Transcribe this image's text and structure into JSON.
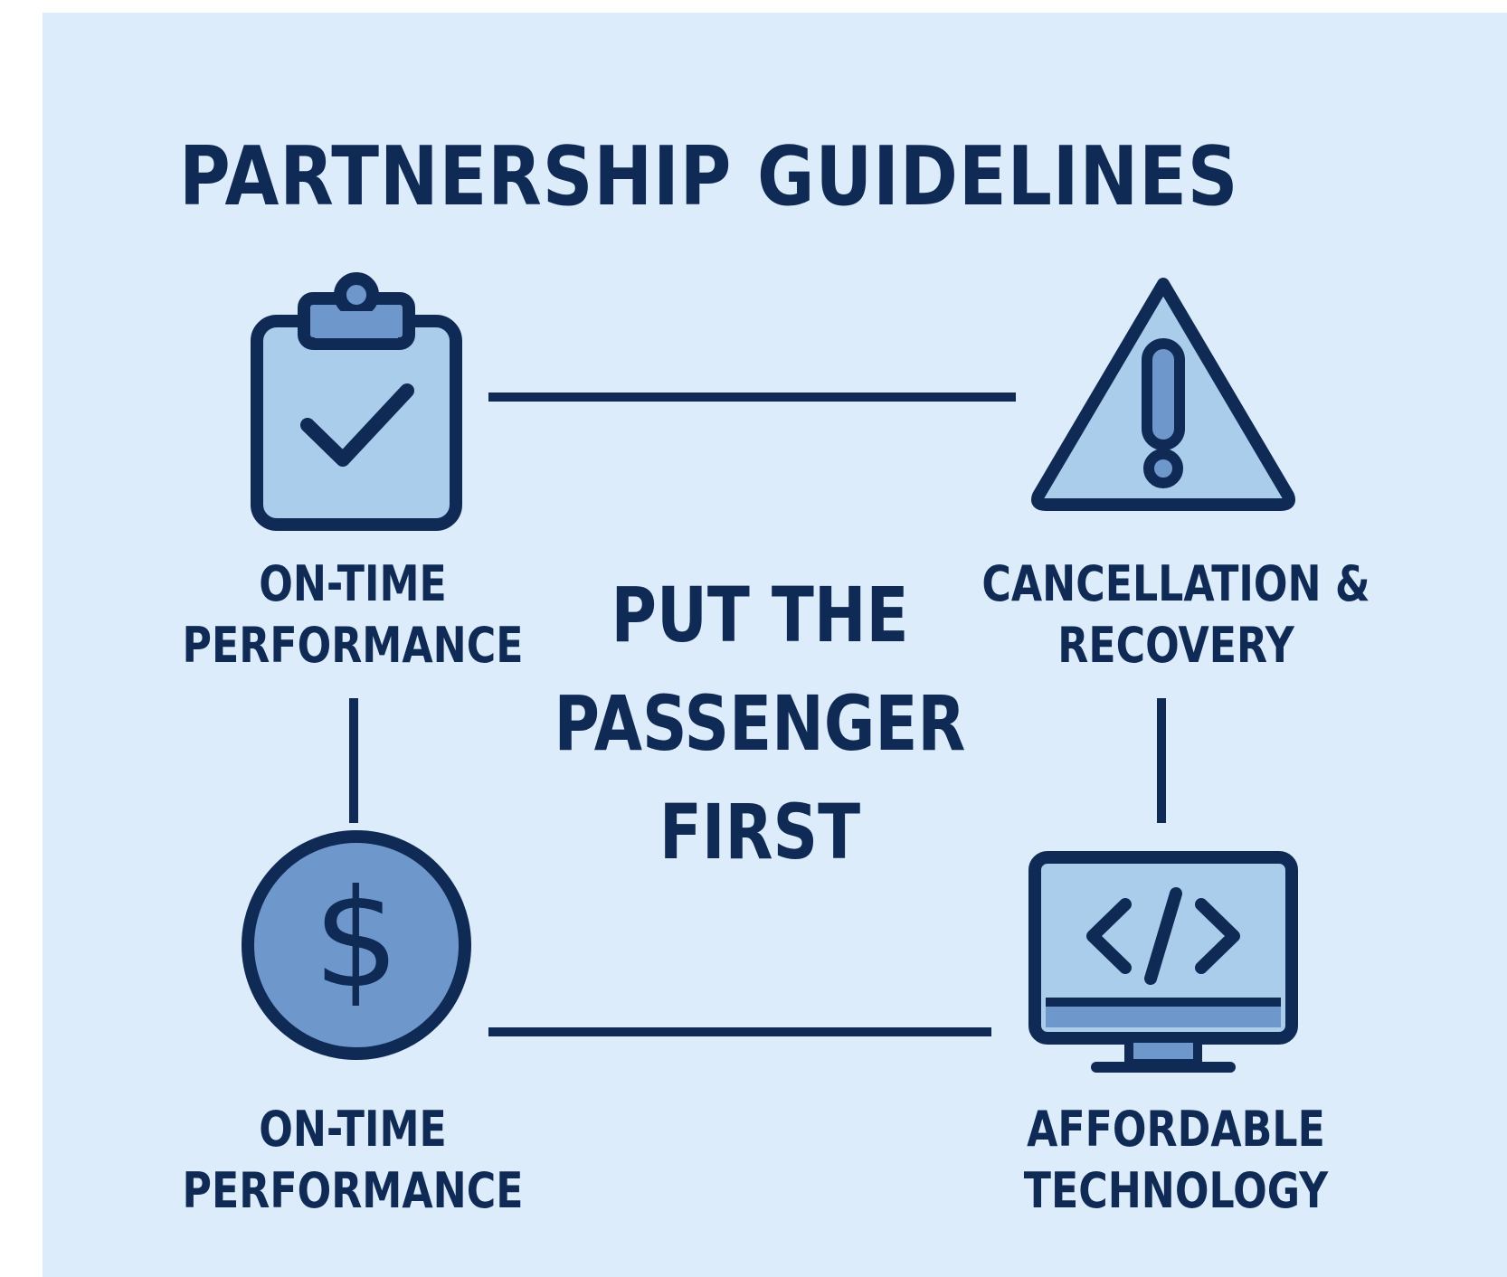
{
  "title": "PARTNERSHIP GUIDELINES",
  "center": {
    "line1": "PUT THE",
    "line2": "PASSENGER",
    "line3": "FIRST"
  },
  "nodes": {
    "top_left": {
      "line1": "ON-TIME",
      "line2": "PERFORMANCE",
      "icon": "clipboard-check-icon"
    },
    "top_right": {
      "line1": "CANCELLATION &",
      "line2": "RECOVERY",
      "icon": "warning-icon"
    },
    "bottom_left": {
      "line1": "ON-TIME",
      "line2": "PERFORMANCE",
      "icon": "dollar-coin-icon"
    },
    "bottom_right": {
      "line1": "AFFORDABLE",
      "line2": "TECHNOLOGY",
      "icon": "monitor-code-icon"
    }
  },
  "colors": {
    "background": "#dcecfa",
    "ink": "#0f2a55",
    "icon_fill_light": "#a9cdeb",
    "icon_fill_mid": "#6e98cc"
  }
}
